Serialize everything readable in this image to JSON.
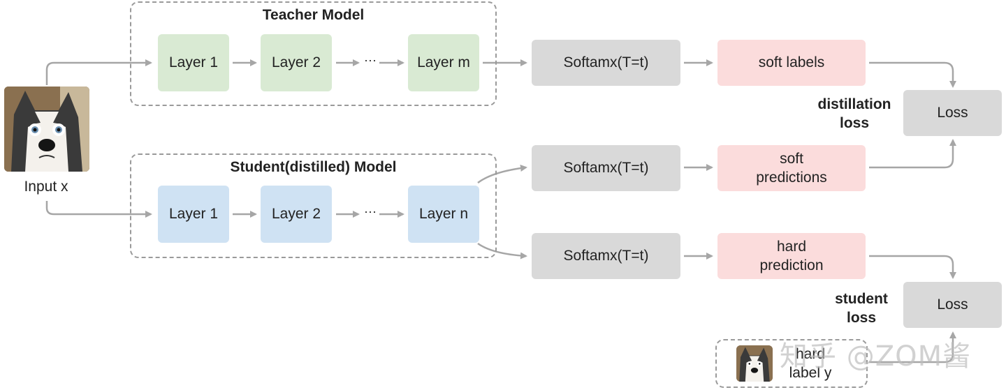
{
  "input_label": "Input x",
  "teacher": {
    "title": "Teacher Model",
    "layers": [
      "Layer 1",
      "Layer 2",
      "Layer m"
    ],
    "ellipsis": "···"
  },
  "student": {
    "title": "Student(distilled) Model",
    "layers": [
      "Layer 1",
      "Layer 2",
      "Layer n"
    ],
    "ellipsis": "···"
  },
  "softmax_label": "Softamx(T=t)",
  "outputs": {
    "soft_labels": "soft labels",
    "soft_predictions": [
      "soft",
      "predictions"
    ],
    "hard_prediction": [
      "hard",
      "prediction"
    ]
  },
  "losses": {
    "loss_label": "Loss",
    "distillation": [
      "distillation",
      "loss"
    ],
    "student": [
      "student",
      "loss"
    ]
  },
  "hard_label": [
    "hard",
    "label y"
  ],
  "watermark": "知乎 @ZOM酱",
  "colors": {
    "teacher_layer": "#d9ead3",
    "student_layer": "#cfe2f3",
    "softmax": "#d9d9d9",
    "output": "#fbdcdc",
    "loss": "#d9d9d9",
    "arrow": "#a6a6a6"
  }
}
